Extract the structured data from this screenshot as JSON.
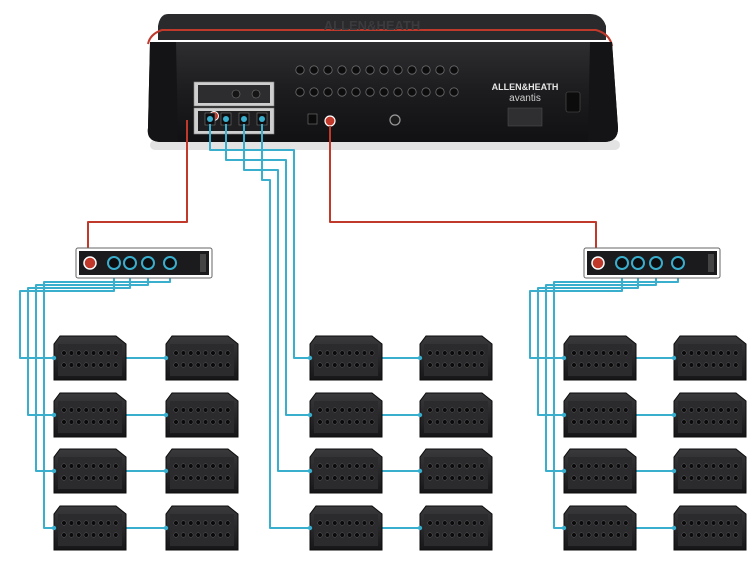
{
  "console": {
    "brand_top": "ALLEN&HEATH",
    "brand_logo": "ALLEN&HEATH",
    "model": "avantis"
  },
  "colors": {
    "background": "#ffffff",
    "cable_cat5": "#3aaecd",
    "cable_fibre": "#c0392b",
    "hardware_body": "#1b1b1d",
    "hardware_panel": "#2b2b2e",
    "accent_red": "#c0392b"
  },
  "diagram": {
    "hubs": [
      "left",
      "right"
    ],
    "expander_columns": 3,
    "expanders_per_column": 8
  }
}
